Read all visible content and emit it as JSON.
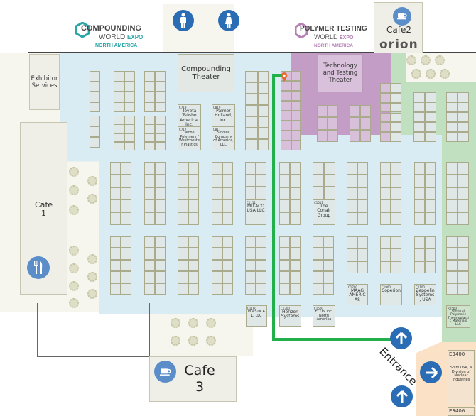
{
  "header": {
    "compounding_logo": {
      "line1": "COMPOUNDING",
      "line2": "WORLD",
      "expo": "EXPO",
      "region": "NORTH AMERICA"
    },
    "polymer_logo": {
      "line1": "POLYMER TESTING",
      "line2": "WORLD",
      "expo": "EXPO",
      "region": "NORTH AMERICA"
    },
    "cafe2_label": "Cafe2",
    "sponsor_logo": "orion"
  },
  "areas": {
    "exhibitor_services": "Exhibitor Services",
    "compounding_theater": "Compounding Theater",
    "tech_theater": "Technology and Testing Theater",
    "cafe1": {
      "name": "Cafe",
      "num": "1"
    },
    "cafe3": {
      "name": "Cafe",
      "num": "3"
    },
    "entrance": "Entrance"
  },
  "booths": [
    {
      "code": "C719",
      "name": "Toyota Tsusho America, Inc."
    },
    {
      "code": "C819",
      "name": "Palmer Holland, Inc."
    },
    {
      "code": "C717",
      "name": "Niche Polymers / Westchester Plastics"
    },
    {
      "code": "C817",
      "name": "Sinoloc Company of America, LLC"
    },
    {
      "code": "C1111",
      "name": "MIXACO USA LLC"
    },
    {
      "code": "C1511",
      "name": "The Conair Group"
    },
    {
      "code": "C1700",
      "name": "MAAG AMERICAS"
    },
    {
      "code": "C1900",
      "name": "Coperion"
    },
    {
      "code": "C2100",
      "name": "Zeppelin Systems, USA"
    },
    {
      "code": "C1100",
      "name": "PLASTICAL, LLC"
    },
    {
      "code": "C1300",
      "name": "Horizon Systems"
    },
    {
      "code": "C1500",
      "name": "ECON Inc. North America"
    },
    {
      "code": "R2500",
      "name": "General Polymeric Thermoplastic Materials LLC"
    },
    {
      "code": "E3400",
      "name": "Shini USA, a Division of Nuclear Industries"
    },
    {
      "code": "E3406",
      "name": ""
    }
  ],
  "colors": {
    "compounding_hall": "#d9ebf3",
    "polymer_hall": "#c49dc6",
    "green_hall": "#c0e0c0",
    "east_hall": "#fbe1c6",
    "icon_blue": "#2a6db5",
    "cafe_icon": "#5b8ec9",
    "route": "#22b04b",
    "marker": "#e8672a"
  }
}
